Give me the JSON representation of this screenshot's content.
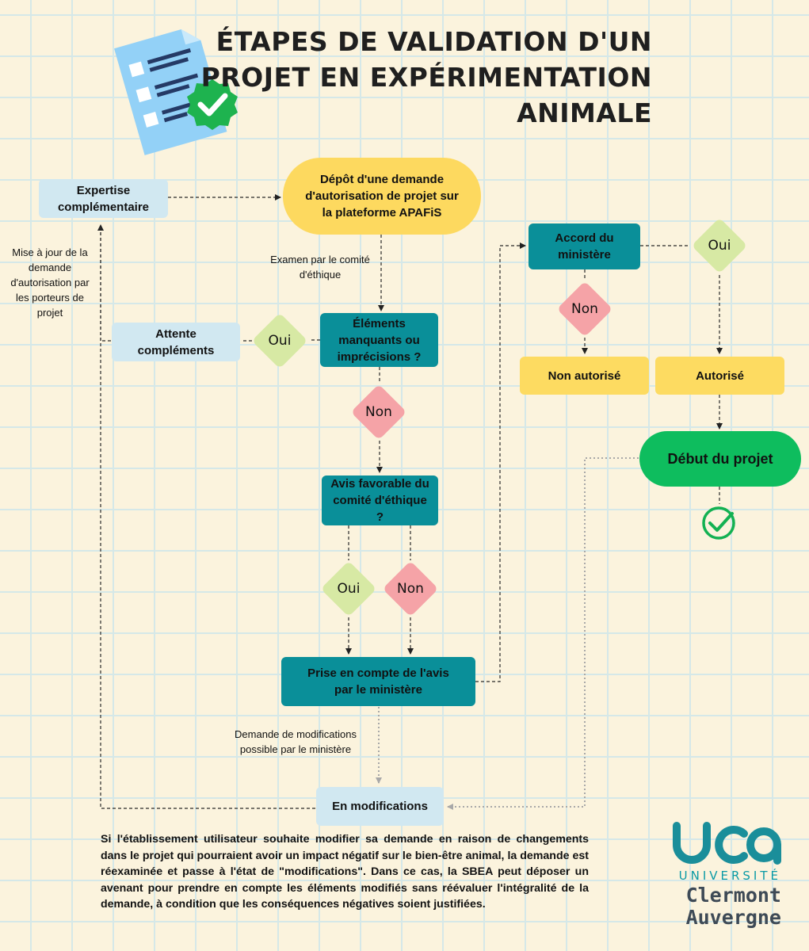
{
  "title_lines": [
    "ÉTAPES DE VALIDATION D'UN",
    "PROJET EN EXPÉRIMENTATION",
    "ANIMALE"
  ],
  "nodes": {
    "expertise": "Expertise complémentaire",
    "depot": "Dépôt d'une demande d'autorisation de projet sur la plateforme APAFiS",
    "elements": "Éléments manquants ou imprécisions ?",
    "attente": "Attente compléments",
    "avis": "Avis favorable du comité d'éthique ?",
    "prise": "Prise en compte de l'avis par le ministère",
    "modifs": "En modifications",
    "accord": "Accord du ministère",
    "non_autorise": "Non autorisé",
    "autorise": "Autorisé",
    "debut": "Début du projet"
  },
  "decisions": {
    "oui": "Oui",
    "non": "Non"
  },
  "notes": {
    "examen": "Examen par le comité d'éthique",
    "mise_a_jour": "Mise à jour de la demande d'autorisation par les porteurs de projet",
    "demande_modifs": "Demande de modifications possible par le ministère"
  },
  "footer": "Si l'établissement utilisateur souhaite modifier sa demande en raison de changements dans le projet qui pourraient avoir un impact négatif sur le bien-être animal, la demande est réexaminée et passe à l'état de \"modifications\". Dans ce cas, la SBEA peut déposer un avenant pour prendre en compte les éléments modifiés sans réévaluer l'intégralité de la demande, à condition que les conséquences négatives soient justifiées.",
  "logo": {
    "mark": "uca",
    "univ": "UNIVERSITÉ",
    "name_lines": [
      "Clermont",
      "Auvergne"
    ]
  },
  "colors": {
    "teal": "#0a8f99",
    "light_blue": "#d1e8f1",
    "yellow": "#fddb61",
    "green": "#0ebd5e",
    "pale_green": "#d7e9a4",
    "pink": "#f5a3a7"
  }
}
